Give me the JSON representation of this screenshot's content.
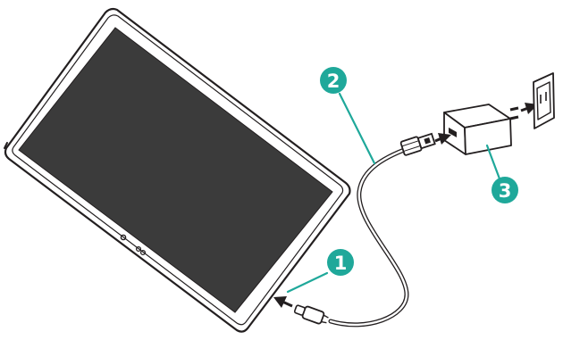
{
  "callouts": {
    "tablet": {
      "number": "1"
    },
    "cable": {
      "number": "2"
    },
    "adapter": {
      "number": "3"
    }
  },
  "colors": {
    "accent": "#1fa89a",
    "outline": "#231f20",
    "screen": "#3b3b3b",
    "background": "#ffffff"
  },
  "icons": {
    "tablet": "tablet-icon",
    "cable": "usb-cable-icon",
    "adapter": "power-adapter-icon",
    "outlet": "wall-outlet-icon",
    "arrows": "arrow-icon"
  }
}
